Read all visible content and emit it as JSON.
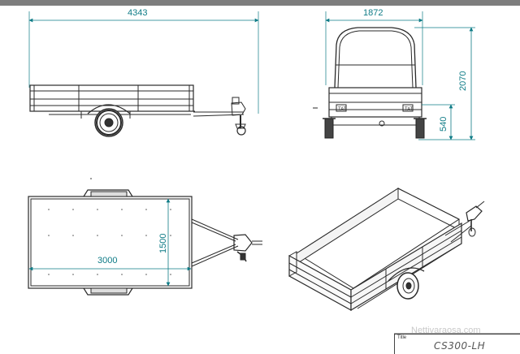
{
  "dimensions": {
    "overall_length": "4343",
    "overall_width": "1872",
    "overall_height": "2070",
    "frame_height": "540",
    "box_length": "3000",
    "box_width": "1500"
  },
  "title_block": {
    "label": "Title",
    "value": "CS300-LH"
  },
  "watermark": "Nettivaraosa.com",
  "colors": {
    "dimension": "#0e7b86",
    "line": "#2a2a2a",
    "topbar": "#7d7d7d"
  }
}
